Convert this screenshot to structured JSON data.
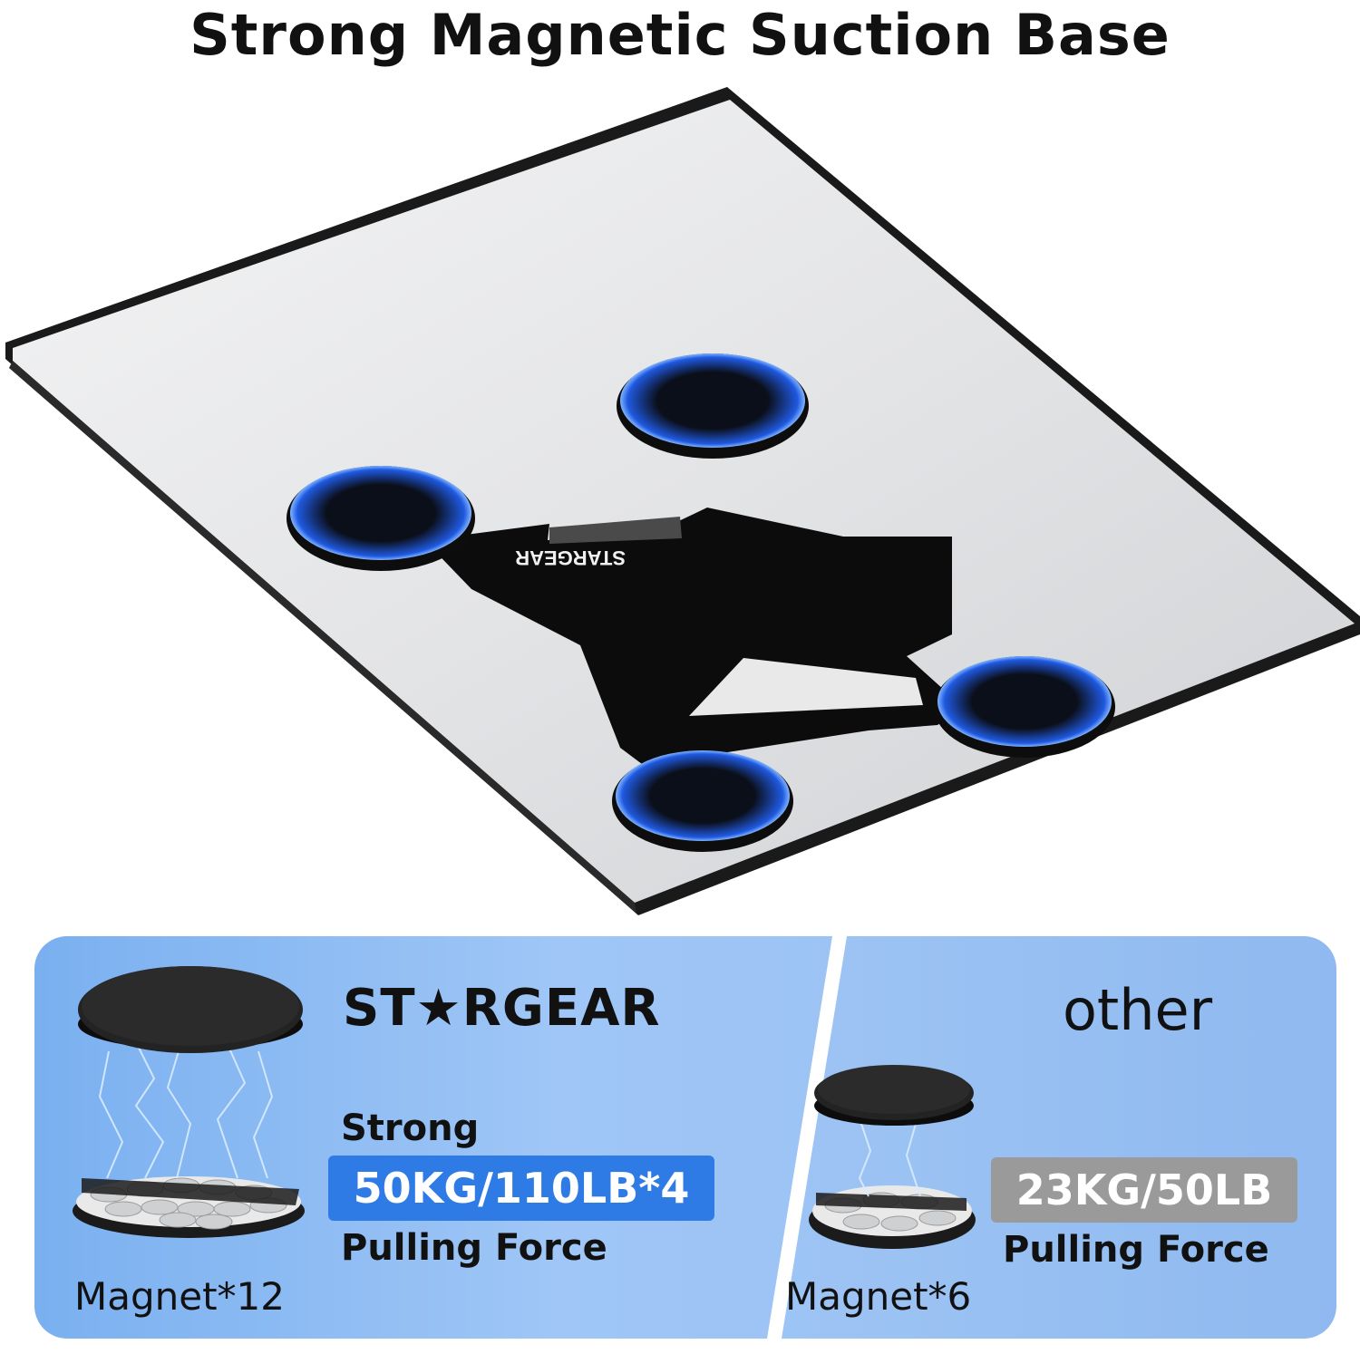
{
  "heading": "Strong Magnetic Suction Base",
  "brand_name": "ST★RGEAR",
  "left_card": {
    "label_top": "Strong",
    "force": "50KG/110LB*4",
    "label_bottom": "Pulling Force",
    "magnets": "Magnet*12"
  },
  "right_card": {
    "title": "other",
    "force": "23KG/50LB",
    "label_bottom": "Pulling Force",
    "magnets": "Magnet*6"
  },
  "colors": {
    "accent_blue": "#2f7be6",
    "neutral_gray": "#9a9a9a",
    "panel_blue": "#9fc6f6"
  }
}
